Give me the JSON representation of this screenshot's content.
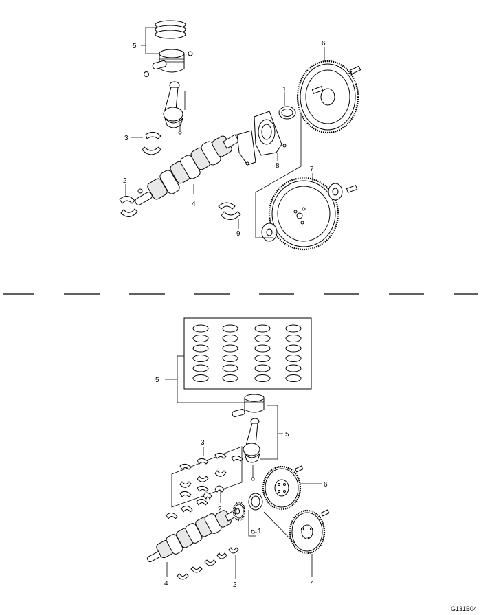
{
  "figure_code": "G131B04",
  "upper": {
    "callouts": [
      "1",
      "2",
      "3",
      "4",
      "5",
      "6",
      "7",
      "8",
      "9"
    ]
  },
  "lower": {
    "callouts": [
      "5",
      "5",
      "3",
      "2",
      "1",
      "6",
      "7",
      "4",
      "2"
    ]
  },
  "separator_segments": 8
}
